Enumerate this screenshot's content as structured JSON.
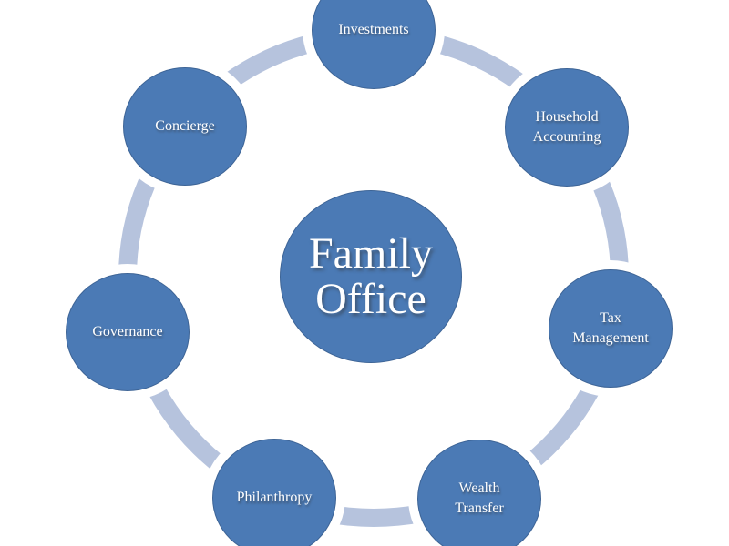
{
  "diagram": {
    "type": "radial",
    "center": {
      "label": "Family\nOffice"
    },
    "nodes": [
      {
        "id": "investments",
        "label": "Investments"
      },
      {
        "id": "household-accounting",
        "label": "Household\nAccounting"
      },
      {
        "id": "tax-management",
        "label": "Tax\nManagement"
      },
      {
        "id": "wealth-transfer",
        "label": "Wealth\nTransfer"
      },
      {
        "id": "philanthropy",
        "label": "Philanthropy"
      },
      {
        "id": "governance",
        "label": "Governance"
      },
      {
        "id": "concierge",
        "label": "Concierge"
      }
    ],
    "colors": {
      "node_fill": "#4b7ab5",
      "ring": "#b6c3dd",
      "text": "#ffffff",
      "background": "#ffffff"
    }
  }
}
